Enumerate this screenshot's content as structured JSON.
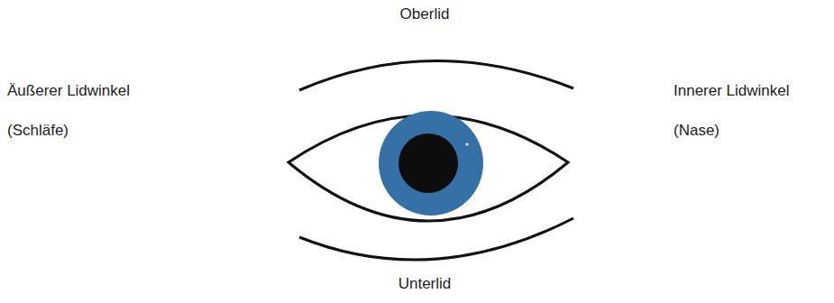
{
  "diagram": {
    "labels": [
      "Oberlid",
      "Äußerer Lidwinkel",
      "(Schläfe)",
      "Innerer Lidwinkel",
      "(Nase)",
      "Unterlid"
    ]
  }
}
